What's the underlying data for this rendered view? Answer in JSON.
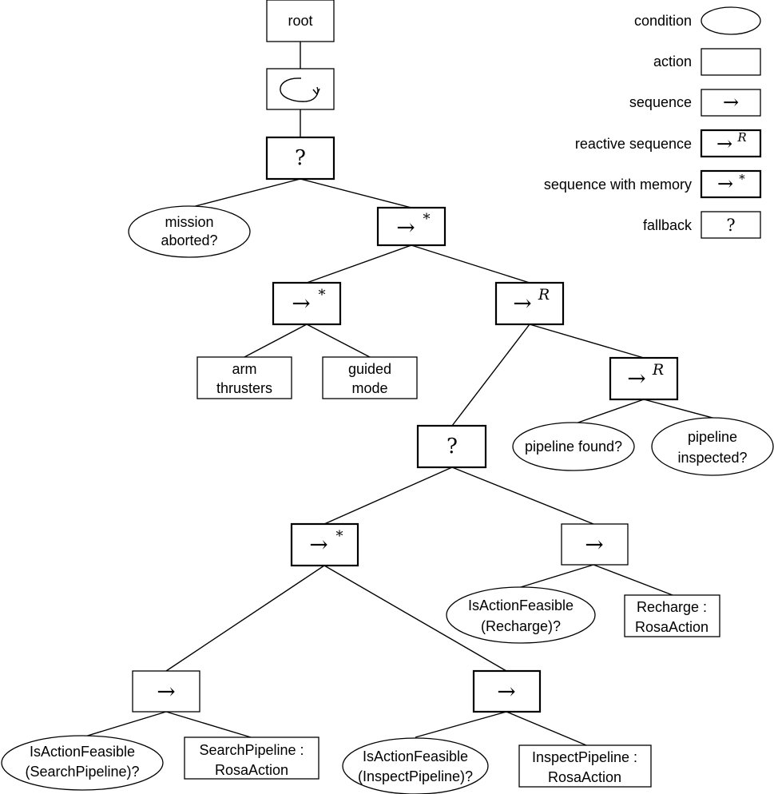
{
  "tree": {
    "root": "root",
    "fallback_symbol": "?",
    "sequence_symbol": "→",
    "memory_marker": "*",
    "reactive_marker": "R",
    "mission_aborted": [
      "mission",
      "aborted?"
    ],
    "arm_thrusters": [
      "arm",
      "thrusters"
    ],
    "guided_mode": [
      "guided",
      "mode"
    ],
    "pipeline_found": "pipeline found?",
    "pipeline_inspected": [
      "pipeline",
      "inspected?"
    ],
    "isfeasible_recharge": [
      "IsActionFeasible",
      "(Recharge)?"
    ],
    "recharge_action": [
      "Recharge :",
      "RosaAction"
    ],
    "isfeasible_search": [
      "IsActionFeasible",
      "(SearchPipeline)?"
    ],
    "search_action": [
      "SearchPipeline :",
      "RosaAction"
    ],
    "isfeasible_inspect": [
      "IsActionFeasible",
      "(InspectPipeline)?"
    ],
    "inspect_action": [
      "InspectPipeline :",
      "RosaAction"
    ]
  },
  "legend": {
    "condition": "condition",
    "action": "action",
    "sequence": "sequence",
    "reactive_sequence": "reactive sequence",
    "sequence_with_memory": "sequence with memory",
    "fallback": "fallback"
  }
}
